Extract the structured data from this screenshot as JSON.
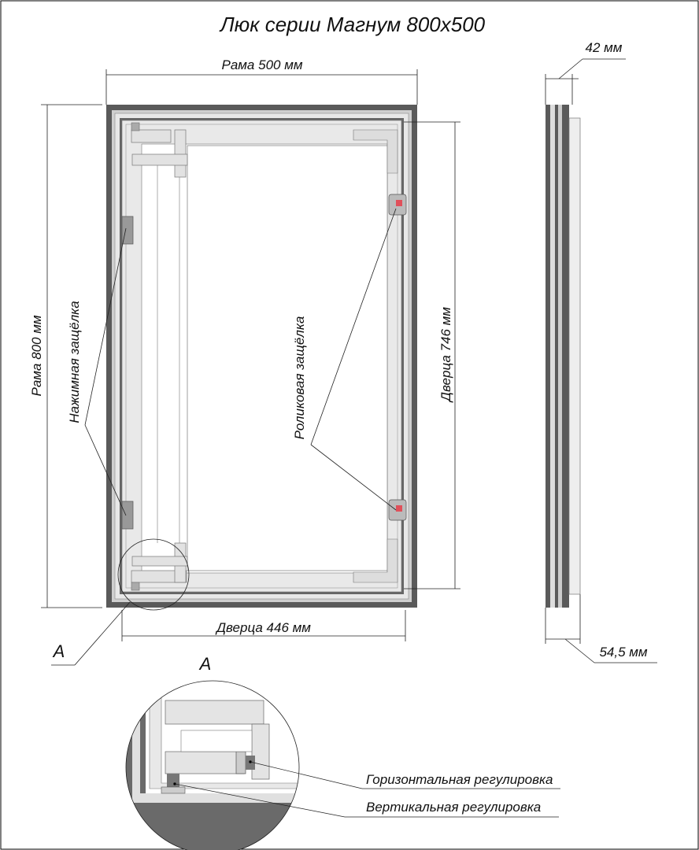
{
  "title": "Люк серии Магнум 800x500",
  "dimensions": {
    "frame_width": "Рама 500 мм",
    "frame_height": "Рама 800 мм",
    "door_height": "Дверца 746 мм",
    "door_width": "Дверца 446 мм",
    "depth_frame": "42 мм",
    "depth_total": "54,5 мм"
  },
  "callouts": {
    "push_latch": "Нажимная защёлка",
    "roller_latch": "Роликовая защёлка",
    "detail_marker": "A",
    "detail_title": "A",
    "horizontal_adjust": "Горизонтальная регулировка",
    "vertical_adjust": "Вертикальная регулировка"
  },
  "colors": {
    "frame_dark": "#5a5a5a",
    "profile_light": "#e4e4e4",
    "latch_red": "#e0505a"
  }
}
